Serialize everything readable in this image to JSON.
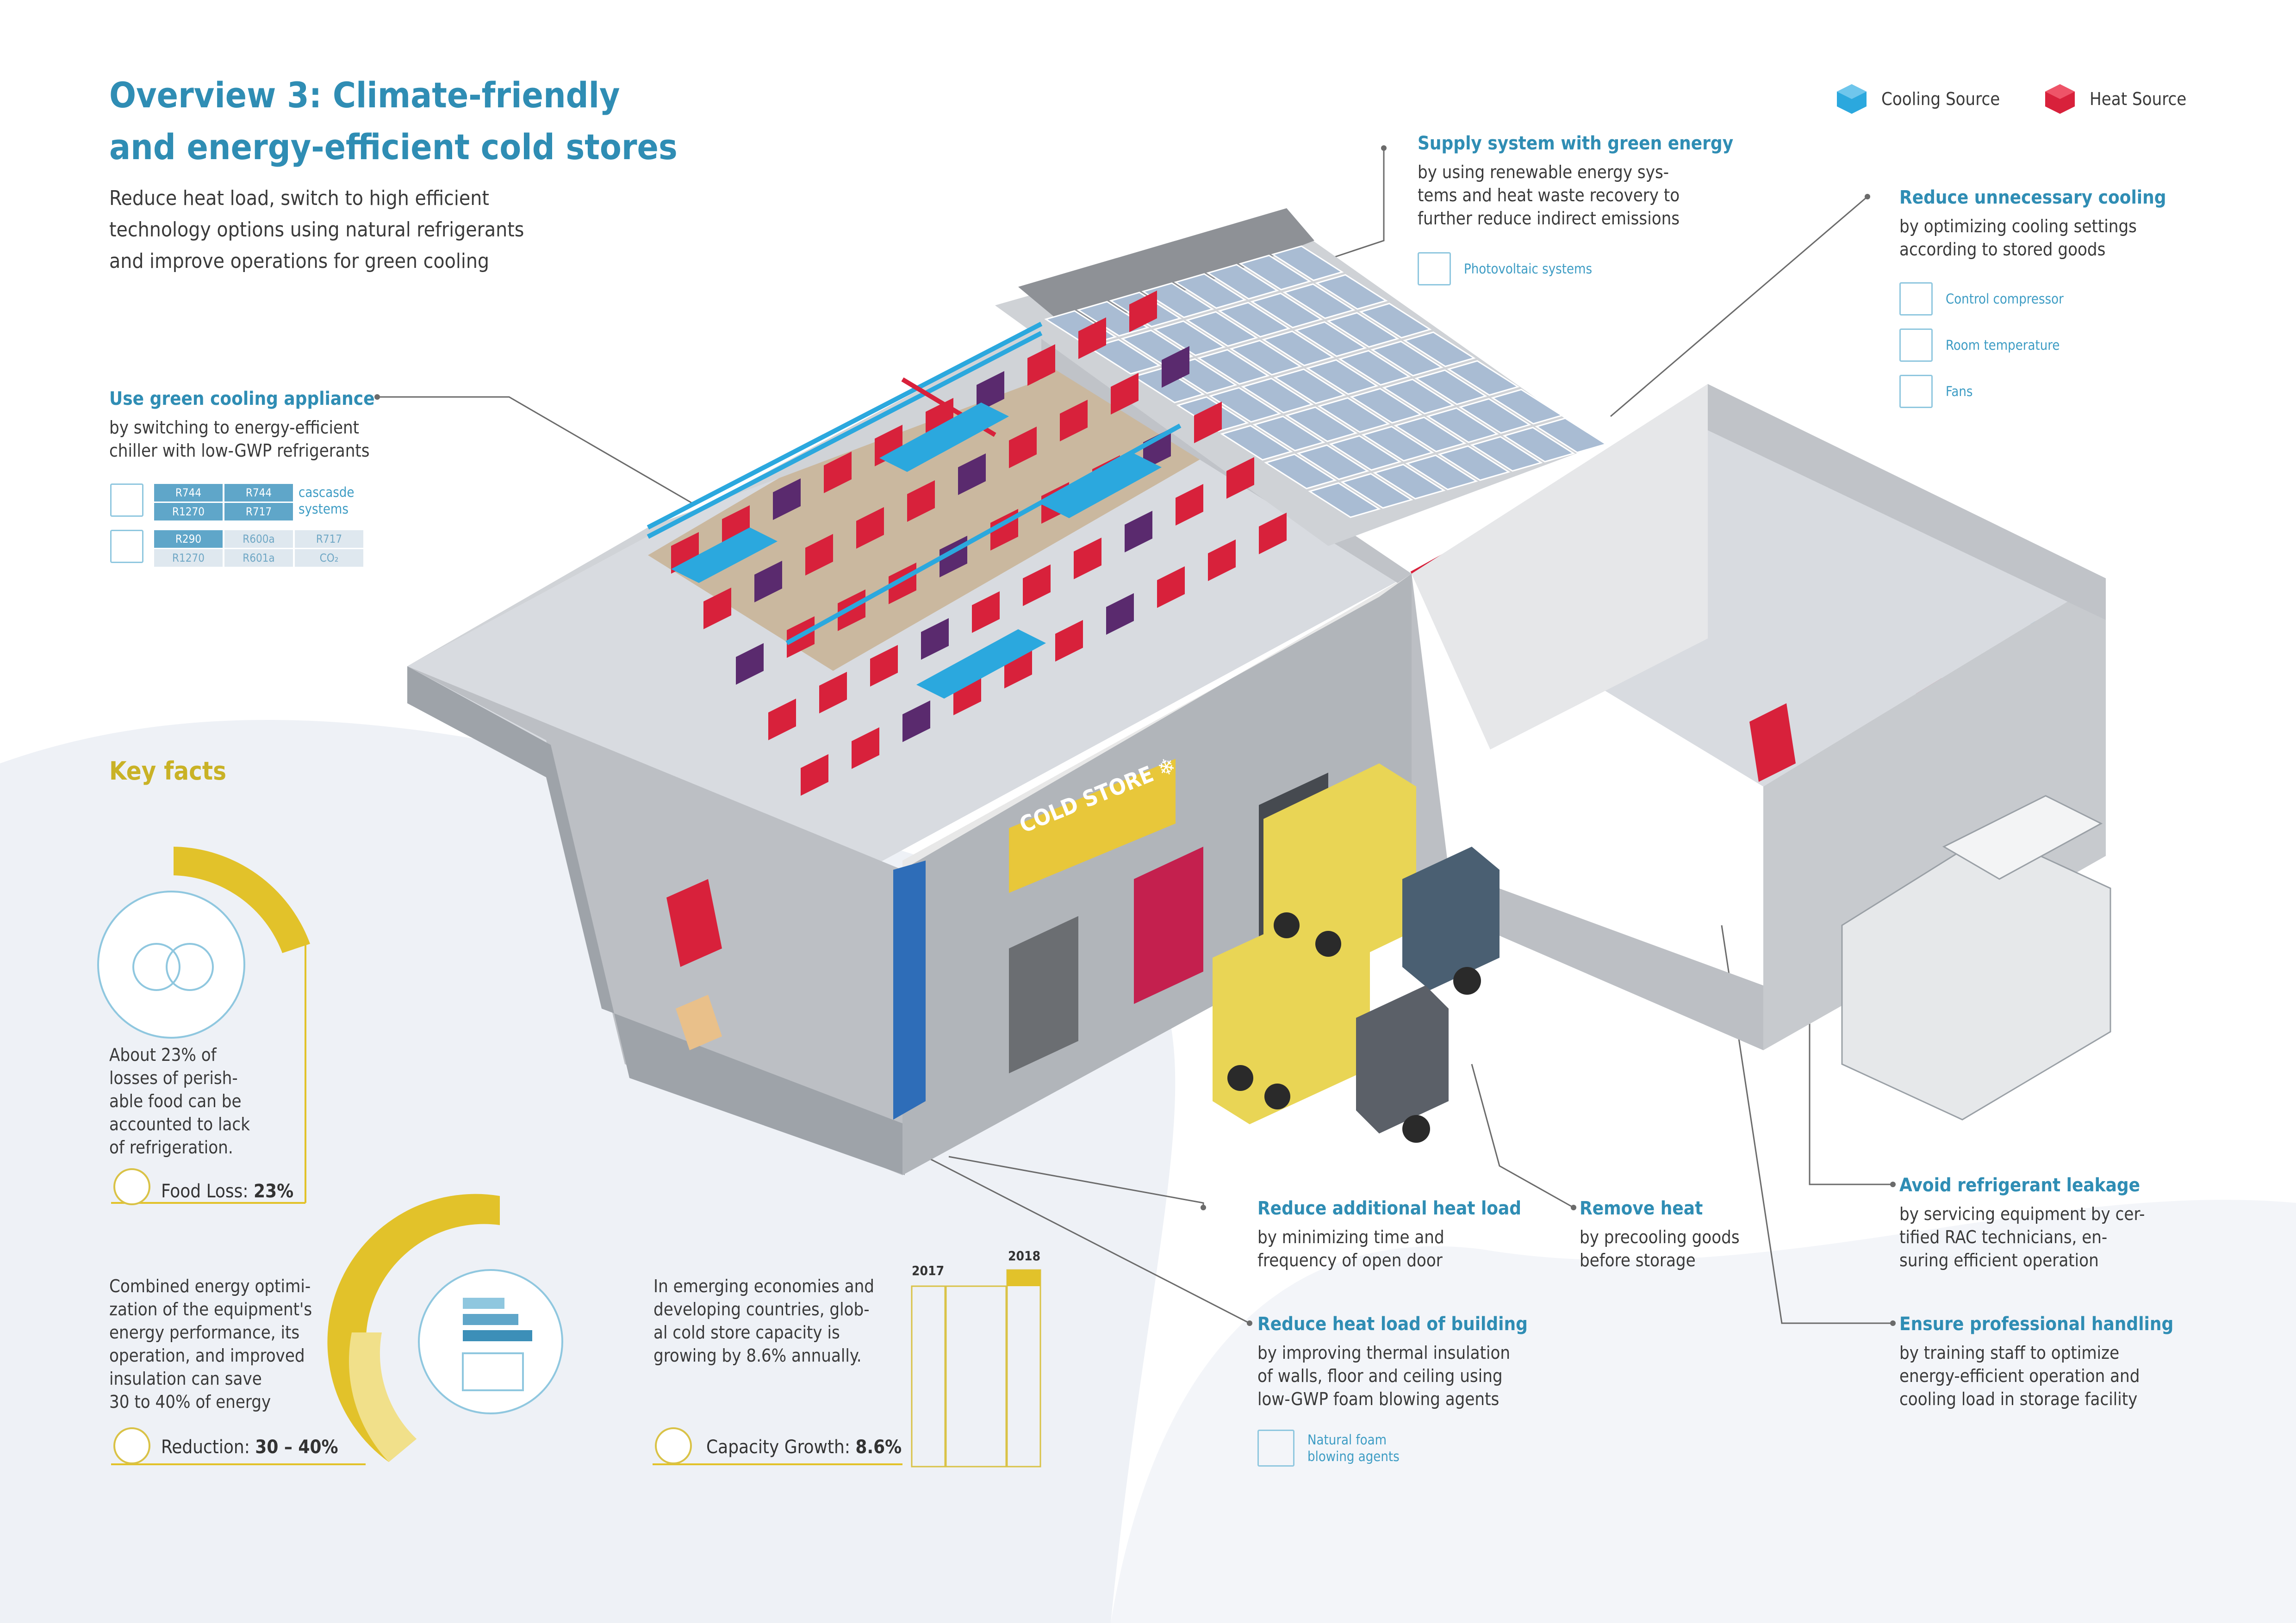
{
  "title": [
    "Overview 3: Climate-friendly",
    "and energy-efficient cold stores"
  ],
  "subtitle": [
    "Reduce heat load, switch to high efficient",
    "technology options using natural refrigerants",
    "and improve operations for green cooling"
  ],
  "legend": {
    "cooling": "Cooling Source",
    "heat": "Heat Source",
    "cooling_color": "#2ba8de",
    "heat_color": "#d8213b"
  },
  "callouts": {
    "appliance": {
      "heading": "Use green cooling appliance",
      "lines": [
        "by switching to energy-efficient",
        "chiller with low-GWP refrigerants"
      ]
    },
    "supply": {
      "heading": "Supply system with green energy",
      "lines": [
        "by using renewable energy sys-",
        "tems and heat waste recovery to",
        "further reduce indirect emissions"
      ],
      "icon_label": "Photovoltaic systems"
    },
    "unnecessary": {
      "heading": "Reduce unnecessary cooling",
      "lines": [
        "by optimizing cooling settings",
        "according to stored goods"
      ],
      "icons": [
        "Control compressor",
        "Room temperature",
        "Fans"
      ]
    },
    "additional": {
      "heading": "Reduce additional heat load",
      "lines": [
        "by minimizing time and",
        "frequency of open door"
      ]
    },
    "remove": {
      "heading": "Remove heat",
      "lines": [
        "by precooling goods",
        "before storage"
      ]
    },
    "building": {
      "heading": "Reduce heat load of building",
      "lines": [
        "by improving thermal insulation",
        "of walls, floor and ceiling using",
        "low-GWP foam blowing agents"
      ],
      "icon_label": [
        "Natural foam",
        "blowing agents"
      ]
    },
    "leakage": {
      "heading": "Avoid refrigerant leakage",
      "lines": [
        "by servicing equipment by cer-",
        "tified RAC technicians, en-",
        "suring efficient operation"
      ]
    },
    "handling": {
      "heading": "Ensure professional handling",
      "lines": [
        "by training staff to optimize",
        "energy-efficient operation and",
        "cooling load in storage facility"
      ]
    }
  },
  "refrigerants": {
    "row1": [
      "R744",
      "R744",
      "R1270",
      "R717"
    ],
    "cascade": [
      "cascasde",
      "systems"
    ],
    "row2": [
      "R290",
      "R600a",
      "R717",
      "R1270",
      "R601a",
      "CO₂"
    ]
  },
  "building_sign": "COLD STORE",
  "key_facts": {
    "heading": "Key facts",
    "food": {
      "text": [
        "About 23% of",
        "losses of perish-",
        "able food can be",
        "accounted to lack",
        "of refrigeration."
      ],
      "label": "Food Loss:",
      "value": "23%",
      "percent": 23
    },
    "energy": {
      "text": [
        "Combined energy optimi-",
        "zation of the equipment's",
        "energy performance, its",
        "operation, and improved",
        "insulation can save",
        "30 to 40% of energy"
      ],
      "label": "Reduction:",
      "value": "30 – 40%",
      "range": [
        30,
        40
      ]
    },
    "capacity": {
      "text": [
        "In emerging economies and",
        "developing countries, glob-",
        "al cold store capacity is",
        "growing by 8.6% annually."
      ],
      "label": "Capacity Growth:",
      "value": "8.6%",
      "years": [
        "2017",
        "2018"
      ]
    }
  }
}
